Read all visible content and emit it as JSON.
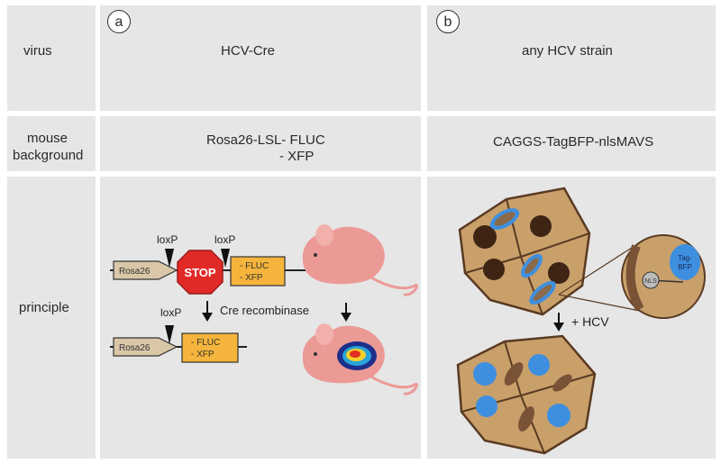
{
  "rows": {
    "virus": {
      "label": "virus",
      "a": "HCV-Cre",
      "b": "any HCV strain"
    },
    "mouse": {
      "label_line1": "mouse",
      "label_line2": "background",
      "a_line1": "Rosa26-LSL- FLUC",
      "a_line2": "- XFP",
      "b": "CAGGS-TagBFP-nlsMAVS"
    },
    "principle": {
      "label": "principle"
    }
  },
  "panels": {
    "a": "a",
    "b": "b"
  },
  "panel_a": {
    "loxp": "loxP",
    "rosa": "Rosa26",
    "stop": "STOP",
    "fluc": "- FLUC",
    "xfp": "- XFP",
    "cre": "Cre recombinase"
  },
  "panel_b": {
    "nls": "NLS",
    "tag1": "Tag-",
    "tag2": "BFP",
    "hcv": "+ HCV"
  },
  "colors": {
    "cell_bg": "#e6e6e6",
    "stop_red": "#e12a28",
    "orange_box": "#f5b43b",
    "mouse_pink": "#ec9a96",
    "hepatocyte": "#c9a06a",
    "hepatocyte_border": "#5a3a22",
    "nucleus_dark": "#3e2414",
    "bfp_blue": "#3f8fe0"
  }
}
